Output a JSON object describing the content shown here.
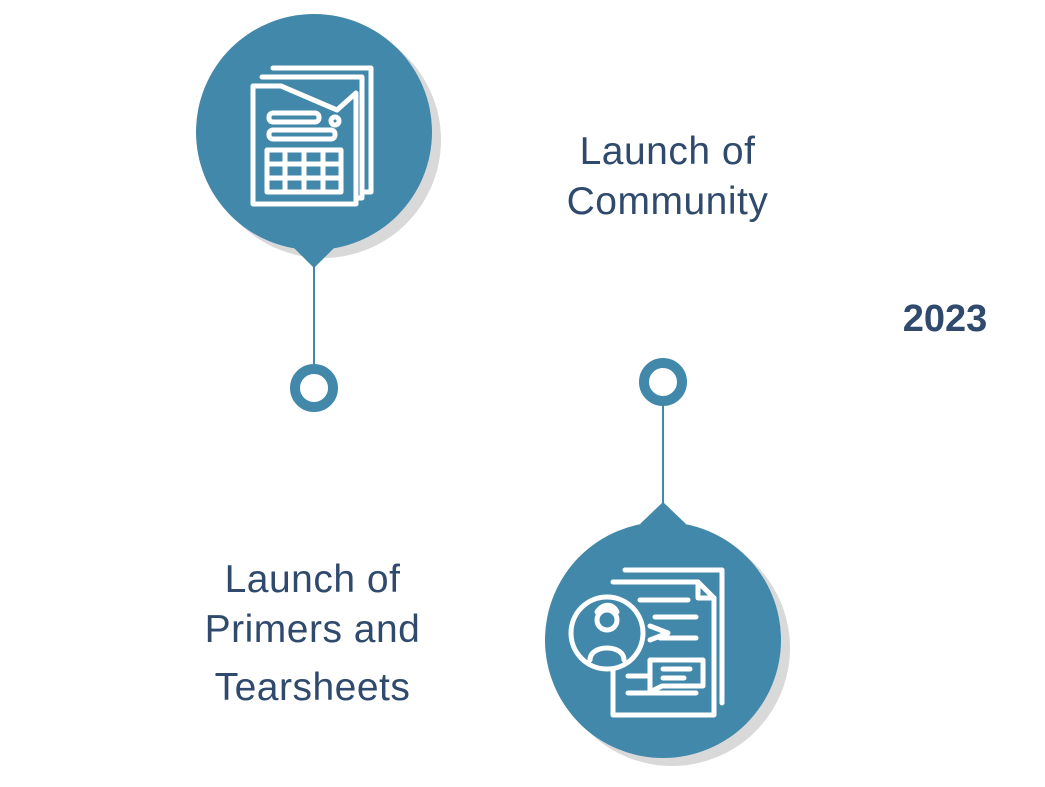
{
  "year": "2023",
  "milestones": [
    {
      "line1": "Launch of",
      "bold": "Community"
    },
    {
      "line1": "Launch of",
      "bold_a": "Primers",
      "joiner": " and",
      "bold_b": "Tearsheets"
    }
  ],
  "colors": {
    "teal": "#4288aa",
    "navy": "#2f4a6d",
    "shadow": "#d9d9d9",
    "white": "#ffffff"
  },
  "icons": [
    "financial-documents-icon",
    "user-chat-document-icon"
  ]
}
